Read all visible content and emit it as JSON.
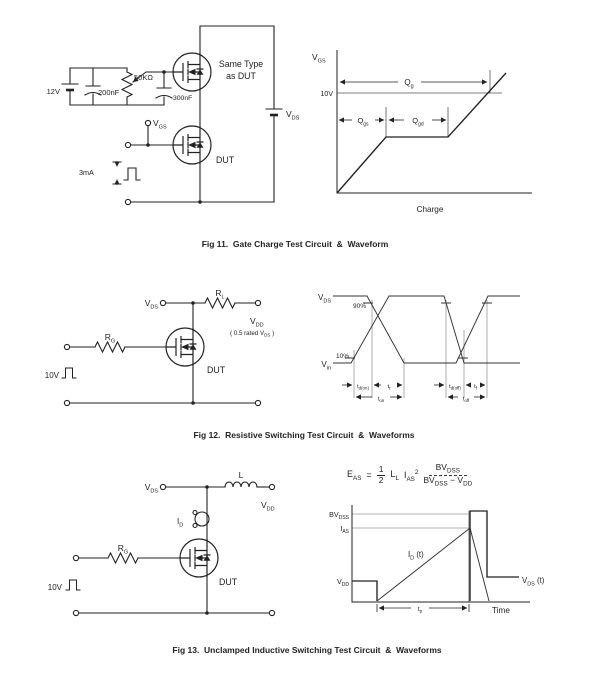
{
  "colors": {
    "ink": "#222222",
    "gray": "#9a9a9a"
  },
  "fig11": {
    "caption": "Fig 11.  Gate Charge Test Circuit  &  Waveform",
    "circuit": {
      "supply": "12V",
      "cap1": "200nF",
      "pot": "50KΩ",
      "cap2": "300nF",
      "vgs": {
        "b": "V",
        "s": "GS"
      },
      "pulse": "3mA",
      "same_type_1": "Same Type",
      "same_type_2": "as DUT",
      "dut": "DUT",
      "vds": {
        "b": "V",
        "s": "DS"
      }
    },
    "wave": {
      "y_label": {
        "b": "V",
        "s": "GS"
      },
      "level": "10V",
      "qg": {
        "b": "Q",
        "s": "g"
      },
      "qgs": {
        "b": "Q",
        "s": "gs"
      },
      "qgd": {
        "b": "Q",
        "s": "gd"
      },
      "x_label": "Charge"
    }
  },
  "fig12": {
    "caption": "Fig 12.  Resistive Switching Test Circuit  &  Waveforms",
    "circuit": {
      "vds": {
        "b": "V",
        "s": "DS"
      },
      "rl": {
        "b": "R",
        "s": "L"
      },
      "vdd": {
        "b": "V",
        "s": "DD"
      },
      "vdd_note_pre": "( 0.5 rated ",
      "vdd_note_v": {
        "b": "V",
        "s": "DS"
      },
      "vdd_note_post": " )",
      "rg": {
        "b": "R",
        "s": "G"
      },
      "input": "10V",
      "dut": "DUT"
    },
    "wave": {
      "vds": {
        "b": "V",
        "s": "DS"
      },
      "vin": {
        "b": "V",
        "s": "in"
      },
      "p90": "90%",
      "p10": "10%",
      "td_on": {
        "b": "t",
        "s": "d(on)"
      },
      "tr": {
        "b": "t",
        "s": "r"
      },
      "ton": {
        "b": "t",
        "s": "on"
      },
      "td_off": {
        "b": "t",
        "s": "d(off)"
      },
      "tf": {
        "b": "t",
        "s": "f"
      },
      "toff": {
        "b": "t",
        "s": "off"
      }
    }
  },
  "fig13": {
    "caption": "Fig 13.  Unclamped Inductive Switching Test Circuit  &  Waveforms",
    "circuit": {
      "vds": {
        "b": "V",
        "s": "DS"
      },
      "l": "L",
      "vdd": {
        "b": "V",
        "s": "DD"
      },
      "id": {
        "b": "I",
        "s": "D"
      },
      "rg": {
        "b": "R",
        "s": "G"
      },
      "input": "10V",
      "dut": "DUT"
    },
    "formula": {
      "lhs": {
        "b": "E",
        "s": "AS"
      },
      "eq": "=",
      "half_num": "1",
      "half_den": "2",
      "ll": {
        "b": "L",
        "s": "L"
      },
      "ias": {
        "b": "I",
        "s": "AS"
      },
      "ias_sup": "2",
      "num": {
        "b": "BV",
        "s": "DSS"
      },
      "den1": {
        "b": "BV",
        "s": "DSS"
      },
      "minus": "−",
      "den2": {
        "b": "V",
        "s": "DD"
      }
    },
    "wave": {
      "bvdss": {
        "b": "BV",
        "s": "DSS"
      },
      "ias": {
        "b": "I",
        "s": "AS"
      },
      "vdd": {
        "b": "V",
        "s": "DD"
      },
      "id_t": {
        "b": "I",
        "s": "D",
        "t": " (t)"
      },
      "vds_t": {
        "b": "V",
        "s": "DS",
        "t": " (t)"
      },
      "tp": {
        "b": "t",
        "s": "p"
      },
      "time": "Time"
    }
  }
}
